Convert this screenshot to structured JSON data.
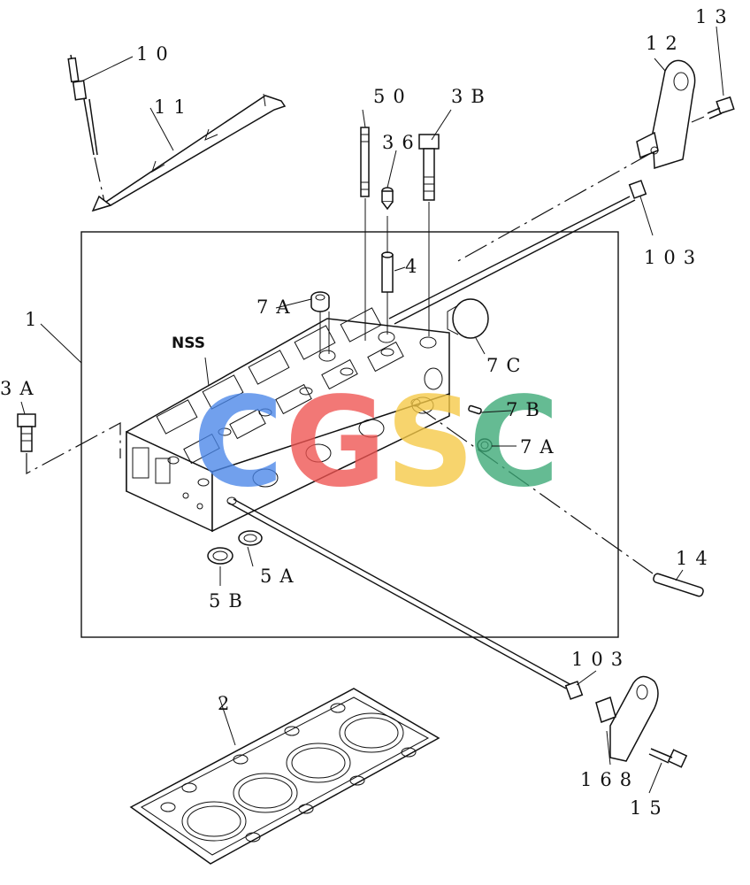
{
  "labels": {
    "p1": "1",
    "p2": "2",
    "p3a": "3A",
    "p3b": "3B",
    "p4": "4",
    "p5a": "5A",
    "p5b": "5B",
    "p7a_top": "7A",
    "p7a_side": "7A",
    "p7b": "7B",
    "p7c": "7C",
    "p10": "10",
    "p11": "11",
    "p12": "12",
    "p13": "13",
    "p14": "14",
    "p15": "15",
    "p36": "36",
    "p50": "50",
    "p103_top": "103",
    "p103_bottom": "103",
    "p168": "168",
    "nss": "NSS"
  },
  "watermark": {
    "letters": [
      "C",
      "G",
      "S",
      "C"
    ],
    "colors": [
      "#4a86e8",
      "#ef5350",
      "#f6c945",
      "#3aa876"
    ]
  }
}
